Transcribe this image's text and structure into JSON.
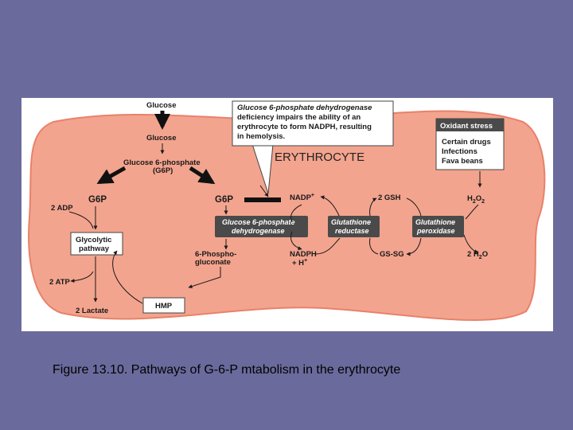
{
  "caption": "Figure 13.10. Pathways of G-6-P mtabolism in the erythrocyte",
  "diagram": {
    "cell_label": "ERYTHROCYTE",
    "glucose_top": "Glucose",
    "glucose_inside": "Glucose",
    "g6p_line1": "Glucose 6-phosphate",
    "g6p_line2": "(G6P)",
    "g6p_left": "G6P",
    "g6p_right": "G6P",
    "adp": "2 ADP",
    "atp": "2 ATP",
    "glycolytic_line1": "Glycolytic",
    "glycolytic_line2": "pathway",
    "lactate": "2 Lactate",
    "hmp": "HMP",
    "phosphogluconate_line1": "6-Phospho-",
    "phosphogluconate_line2": "gluconate",
    "nadp": "NADP",
    "nadph_line1": "NADPH",
    "nadph_line2": "+ H",
    "gsh": "2 GSH",
    "gssg": "GS-SG",
    "h2o2": "H",
    "h2o": "2 H",
    "callout_lines": [
      "Glucose 6-phosphate dehydrogenase",
      "deficiency impairs the ability of an",
      "erythrocyte to form NADPH, resulting",
      "in hemolysis."
    ],
    "enzymes": {
      "g6pd_line1": "Glucose 6-phosphate",
      "g6pd_line2": "dehydrogenase",
      "gr_line1": "Glutathione",
      "gr_line2": "reductase",
      "gp_line1": "Glutathione",
      "gp_line2": "peroxidase"
    },
    "oxidant_title": "Oxidant stress",
    "oxidant_items": [
      "Certain drugs",
      "Infections",
      "Fava beans"
    ]
  },
  "colors": {
    "background": "#6a6a9c",
    "cell_fill": "#f3a48e",
    "cell_border": "#e8826a",
    "enzyme_box": "#4a4a4a",
    "arrow": "#1a1a1a"
  }
}
